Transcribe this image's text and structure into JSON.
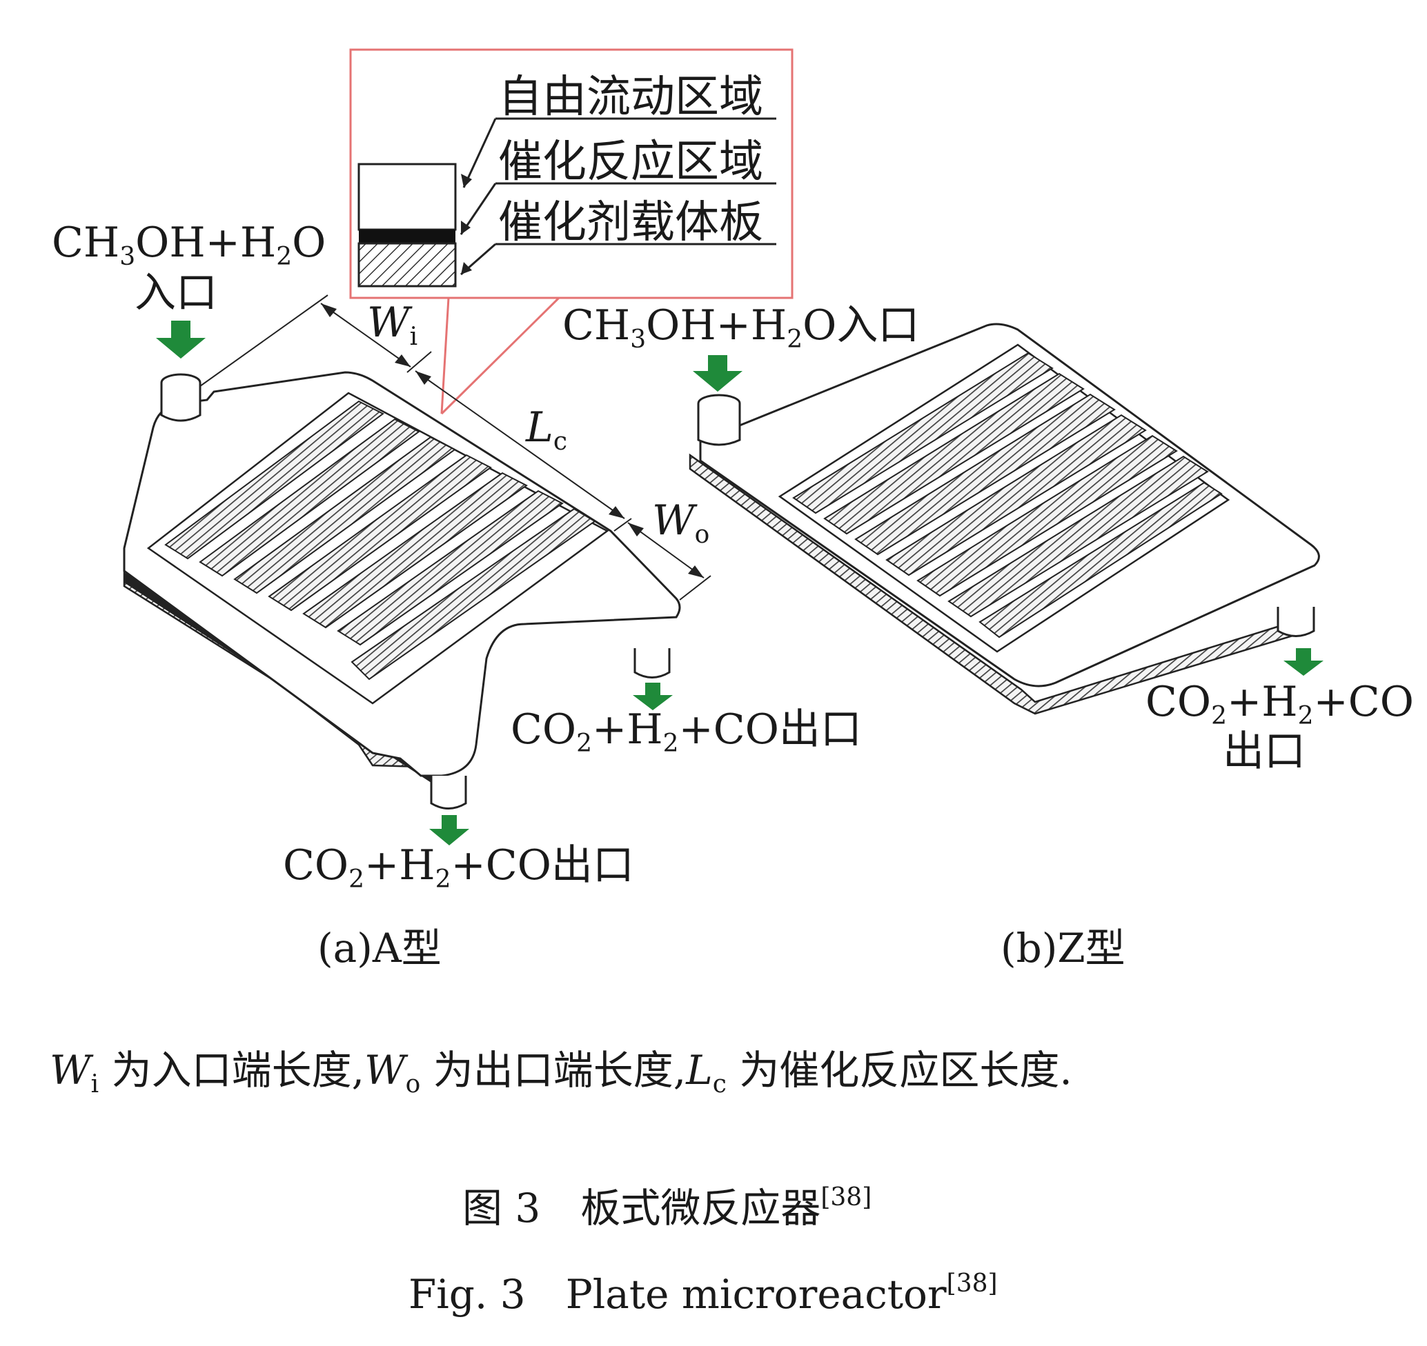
{
  "inset_legend": {
    "free_flow": "自由流动区域",
    "catalytic": "催化反应区域",
    "support": "催化剂载体板"
  },
  "panel_a": {
    "inlet": {
      "base1": "CH",
      "sub1": "3",
      "base2": "OH+H",
      "sub2": "2",
      "base3": "O",
      "cn": "入口"
    },
    "outlet_right": {
      "base1": "CO",
      "sub1": "2",
      "base2": "+H",
      "sub2": "2",
      "base3": "+CO出口"
    },
    "outlet_bottom": {
      "base1": "CO",
      "sub1": "2",
      "base2": "+H",
      "sub2": "2",
      "base3": "+CO出口"
    },
    "dim_wi": {
      "base": "W",
      "sub": "i"
    },
    "dim_lc": {
      "base": "L",
      "sub": "c"
    },
    "dim_wo": {
      "base": "W",
      "sub": "o"
    },
    "caption": "(a)A型"
  },
  "panel_b": {
    "inlet": {
      "base1": "CH",
      "sub1": "3",
      "base2": "OH+H",
      "sub2": "2",
      "base3": "O入口"
    },
    "outlet": {
      "base1": "CO",
      "sub1": "2",
      "base2": "+H",
      "sub2": "2",
      "base3": "+CO",
      "cn": "出口"
    },
    "caption": "(b)Z型"
  },
  "note": {
    "w": "W",
    "wi": "i",
    "t1": " 为入口端长度,",
    "w2": "W",
    "wo": "o",
    "t2": " 为出口端长度,",
    "l": "L",
    "lc": "c",
    "t3": " 为催化反应区长度."
  },
  "figure_title_cn": {
    "text": "图 3　板式微反应器",
    "ref": "[38]"
  },
  "figure_title_en": {
    "text": "Fig. 3　Plate microreactor",
    "ref": "[38]"
  },
  "colors": {
    "arrow_green": "#1f8a3a",
    "inset_border": "#e57373",
    "stripe_dark": "#3a3a3a"
  }
}
